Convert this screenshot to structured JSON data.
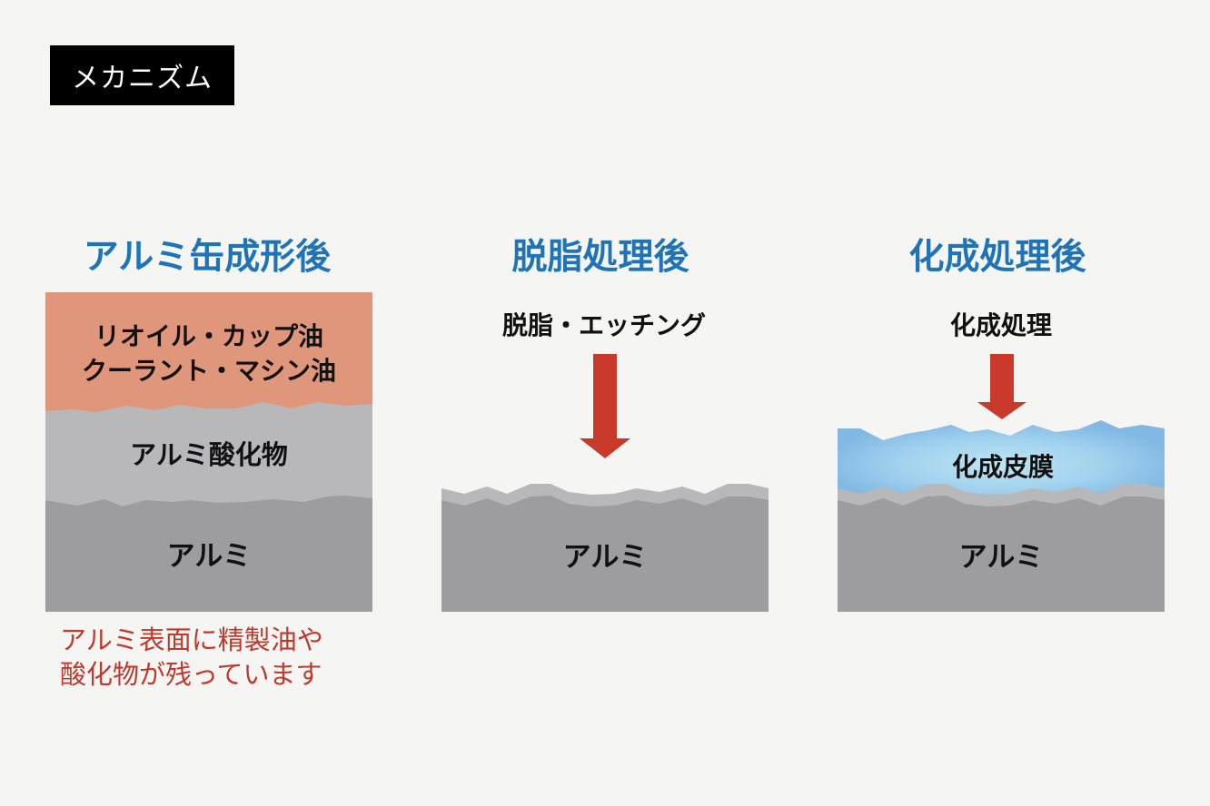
{
  "header": {
    "tag": "メカニズム"
  },
  "panels": [
    {
      "title": "アルミ缶成形後",
      "oil_lines": [
        "リオイル・カップ油",
        "クーラント・マシン油"
      ],
      "oxide_label": "アルミ酸化物",
      "base_label": "アルミ",
      "note_lines": [
        "アルミ表面に精製油や",
        "酸化物が残っています"
      ]
    },
    {
      "title": "脱脂処理後",
      "step": "脱脂・エッチング",
      "base_label": "アルミ"
    },
    {
      "title": "化成処理後",
      "step": "化成処理",
      "film_label": "化成皮膜",
      "base_label": "アルミ"
    }
  ],
  "colors": {
    "title": "#1f73b7",
    "oil": "#e0967a",
    "oxide": "#b8b8ba",
    "base": "#9d9d9f",
    "arrow": "#c93a2b",
    "film": "#8ec4ea",
    "note": "#c0392b"
  }
}
